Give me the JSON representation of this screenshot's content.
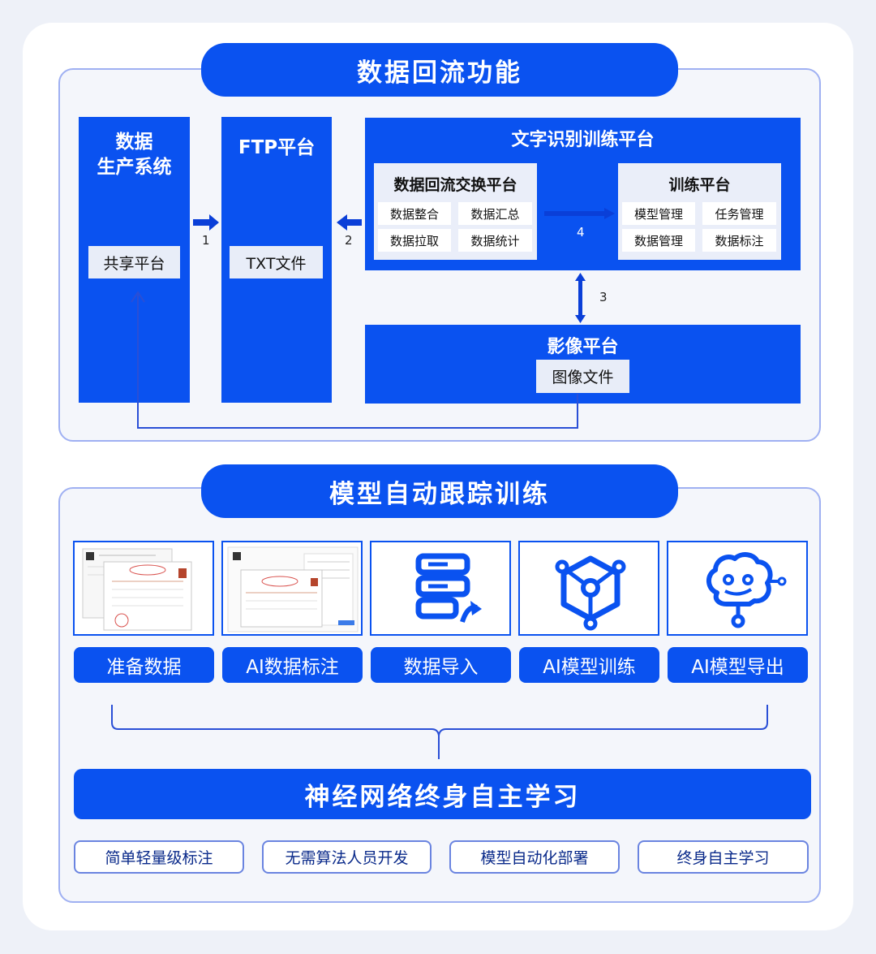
{
  "data_backflow": {
    "title": "数据回流功能",
    "production_system": {
      "title": "数据\n生产系统",
      "inner": "共享平台"
    },
    "ftp": {
      "title": "FTP平台",
      "inner": "TXT文件"
    },
    "ocr_platform": {
      "title": "文字识别训练平台",
      "exchange": {
        "title": "数据回流交换平台",
        "cells": [
          "数据整合",
          "数据汇总",
          "数据拉取",
          "数据统计"
        ]
      },
      "training": {
        "title": "训练平台",
        "cells": [
          "模型管理",
          "任务管理",
          "数据管理",
          "数据标注"
        ]
      }
    },
    "image_platform": {
      "title": "影像平台",
      "inner": "图像文件"
    },
    "arrow_labels": [
      "1",
      "2",
      "3",
      "4"
    ]
  },
  "model_training": {
    "title": "模型自动跟踪训练",
    "steps": [
      {
        "label": "准备数据",
        "icon": "document-preview"
      },
      {
        "label": "AI数据标注",
        "icon": "annotation-preview"
      },
      {
        "label": "数据导入",
        "icon": "server-import-icon"
      },
      {
        "label": "AI模型训练",
        "icon": "cube-network-icon"
      },
      {
        "label": "AI模型导出",
        "icon": "brain-icon"
      }
    ],
    "banner": "神经网络终身自主学习",
    "features": [
      "简单轻量级标注",
      "无需算法人员开发",
      "模型自动化部署",
      "终身自主学习"
    ]
  },
  "colors": {
    "primary": "#0a52f0",
    "section_border": "#9fb0f2",
    "light_cell": "#e8edf8"
  }
}
